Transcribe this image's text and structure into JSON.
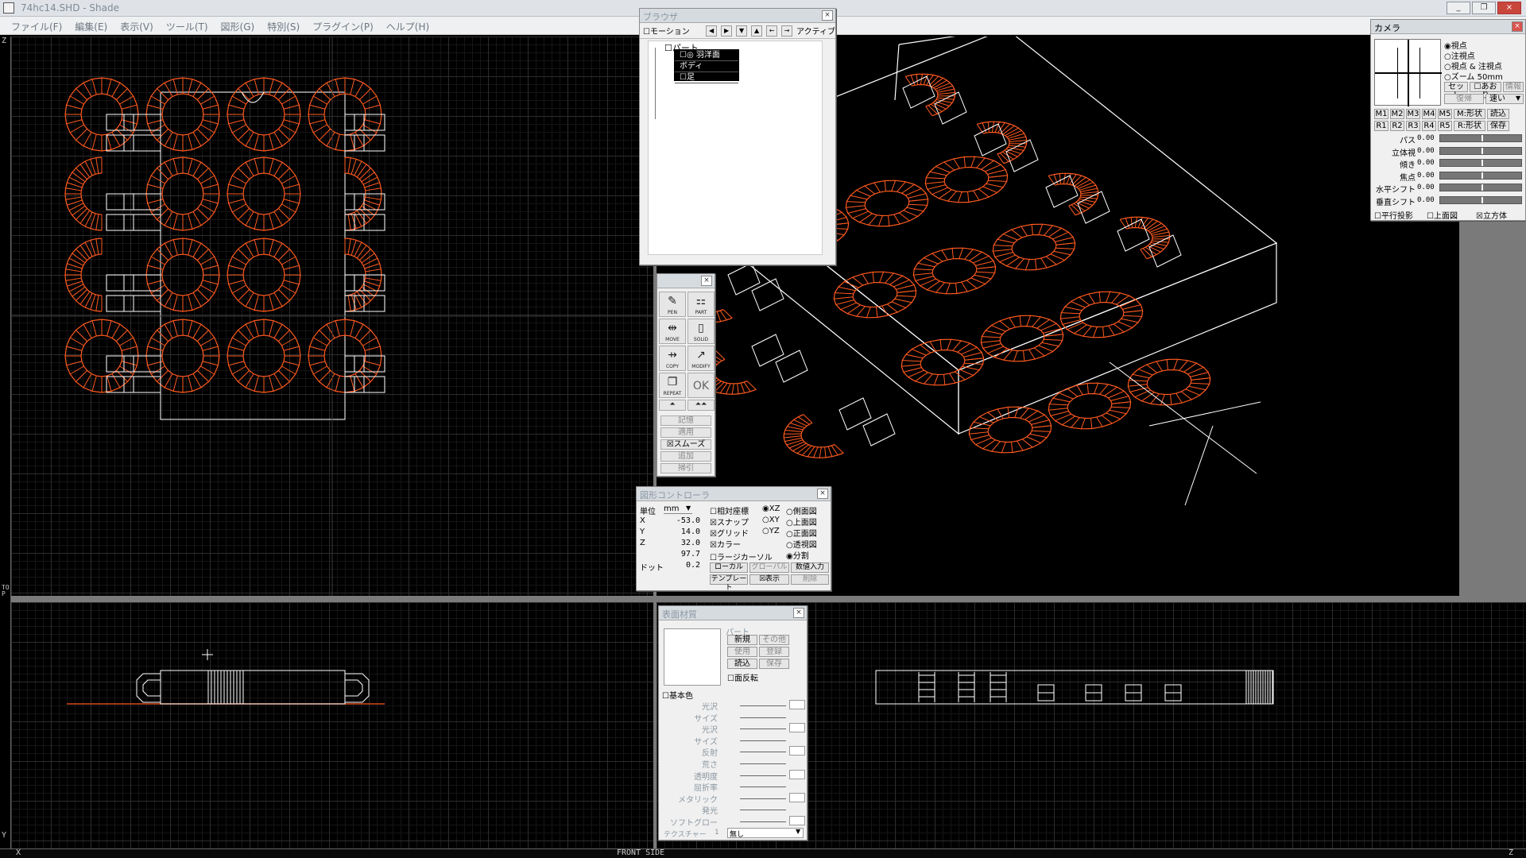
{
  "window": {
    "title": "74hc14.SHD - Shade",
    "minimize": "_",
    "restore": "❐",
    "close": "×"
  },
  "menu": [
    "ファイル(F)",
    "編集(E)",
    "表示(V)",
    "ツール(T)",
    "図形(G)",
    "特別(S)",
    "プラグイン(P)",
    "ヘルプ(H)"
  ],
  "rulers": {
    "left_top": "Z",
    "left_mid": "TOP",
    "left_bottom": "Y",
    "bottom_left": "X",
    "bottom_center": "FRONT  SIDE",
    "bottom_right": "Z"
  },
  "browser": {
    "title": "ブラウザ",
    "motion": "☐モーション",
    "active": "アクティブ",
    "root": "☐パート",
    "items": [
      "☐◎ 羽洋面",
      "ボディ",
      "☐足"
    ]
  },
  "tools": {
    "items": [
      {
        "label": "PEN",
        "glyph": "✎"
      },
      {
        "label": "PART",
        "glyph": "⚏"
      },
      {
        "label": "MOVE",
        "glyph": "⇹"
      },
      {
        "label": "SOLID",
        "glyph": "▯"
      },
      {
        "label": "COPY",
        "glyph": "⇸"
      },
      {
        "label": "MODIFY",
        "glyph": "↗"
      },
      {
        "label": "REPEAT",
        "glyph": "❐"
      },
      {
        "label": "",
        "glyph": "OK"
      }
    ],
    "buttons": [
      "記憶",
      "適用",
      "☒スムーズ",
      "追加",
      "掃引"
    ]
  },
  "shape_controller": {
    "title": "図形コントローラ",
    "unit_label": "単位",
    "unit_value": "mm",
    "coords": [
      {
        "axis": "X",
        "value": "-53.0"
      },
      {
        "axis": "Y",
        "value": "14.0"
      },
      {
        "axis": "Z",
        "value": "32.0"
      },
      {
        "axis": "",
        "value": "97.7"
      },
      {
        "axis": "ドット",
        "value": "0.2"
      }
    ],
    "checks": [
      "☐相対座標",
      "☒スナップ",
      "☒グリッド",
      "☒カラー",
      "☐ラージカーソル"
    ],
    "planes": [
      "◉XZ",
      "○XY",
      "○YZ"
    ],
    "views": [
      "○側面図",
      "○上面図",
      "○正面図",
      "○透視図",
      "◉分割"
    ],
    "btn_local": "ローカル",
    "btn_global": "グローバル",
    "btn_numeric": "数値入力",
    "btn_template": "テンプレート",
    "btn_show": "☒表示",
    "btn_delete": "削除"
  },
  "material": {
    "title": "表面材質",
    "part_label": "パート",
    "buttons": [
      "新規",
      "その他",
      "使用",
      "登録",
      "読込",
      "保存"
    ],
    "flip": "☐面反転",
    "base_color": "☐基本色",
    "props": [
      "光沢",
      "サイズ",
      "光沢",
      "サイズ",
      "反射",
      "荒さ",
      "透明度",
      "屈折率",
      "メタリック",
      "発光",
      "ソフトグロー"
    ],
    "texture_label": "テクスチャー",
    "texture_num": "1",
    "texture_value": "無し"
  },
  "camera": {
    "title": "カメラ",
    "options": [
      "◉視点",
      "○注視点",
      "○視点 & 注視点",
      "○ズーム    50mm"
    ],
    "set": "セット",
    "tilt": "☐あおり",
    "info": "情報",
    "restore": "復帰",
    "speed": "速い",
    "memory_row1": [
      "M1",
      "M2",
      "M3",
      "M4",
      "M5",
      "M:形状",
      "読込"
    ],
    "memory_row2": [
      "R1",
      "R2",
      "R3",
      "R4",
      "R5",
      "R:形状",
      "保存"
    ],
    "params": [
      {
        "label": "パス",
        "value": "0.00"
      },
      {
        "label": "立体視",
        "value": "0.00"
      },
      {
        "label": "傾き",
        "value": "0.00"
      },
      {
        "label": "焦点",
        "value": "0.00"
      },
      {
        "label": "水平シフト",
        "value": "0.00"
      },
      {
        "label": "垂直シフト",
        "value": "0.00"
      }
    ],
    "toggles": [
      "☐平行投影",
      "☐上面図",
      "☒立方体"
    ]
  },
  "colors": {
    "wire": "#ffffff",
    "part": "#ff5a1f",
    "grid": "#2d2d2d",
    "palette_bg": "#f0f0f0"
  }
}
